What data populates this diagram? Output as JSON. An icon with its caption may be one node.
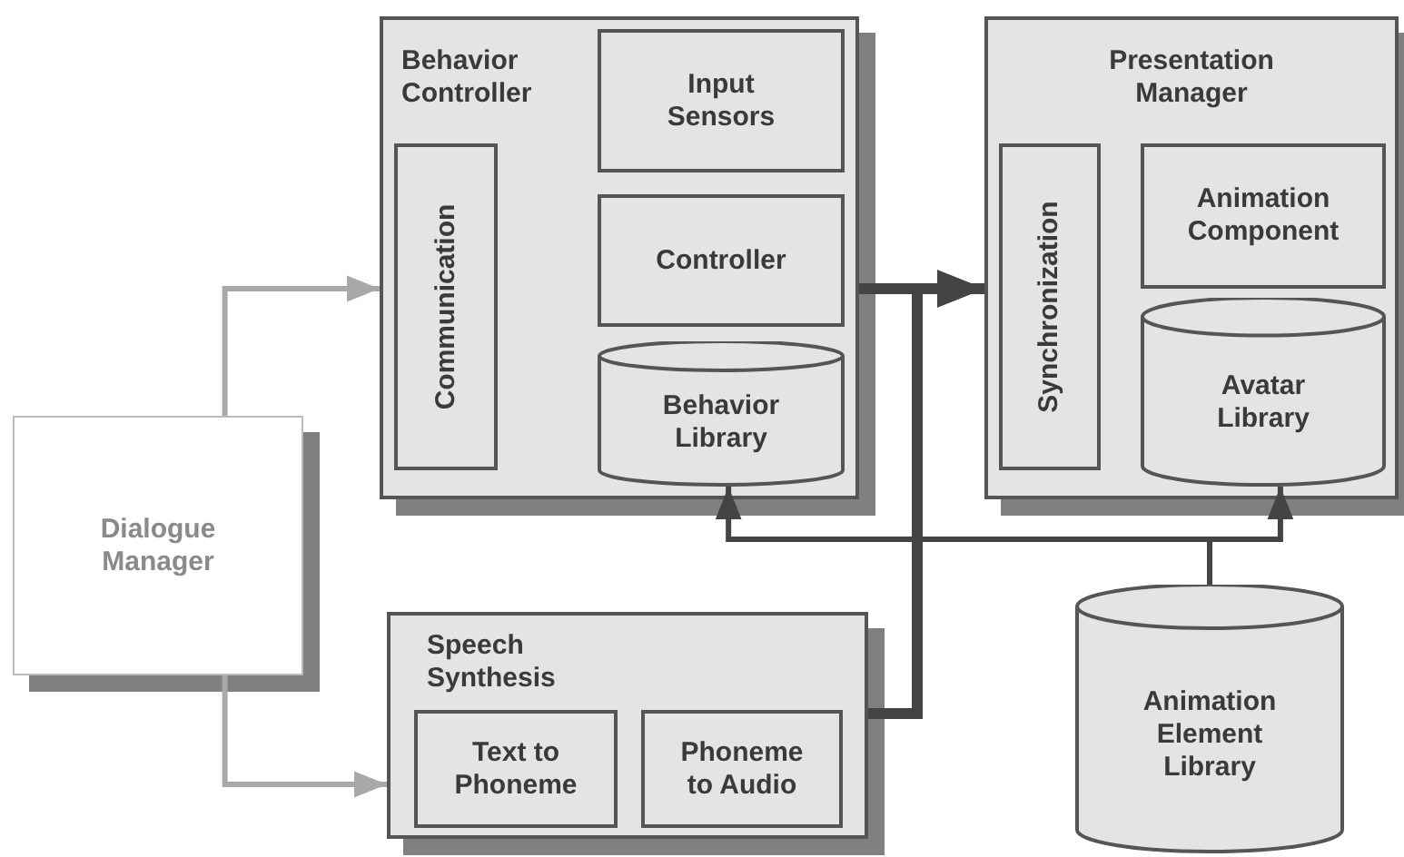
{
  "diagram": {
    "nodes": [
      {
        "text": [
          "Behavior Controller"
        ]
      },
      {
        "text": [
          "Input Sensors"
        ],
        "in": 0
      },
      {
        "text": [
          "Communication"
        ],
        "in": 0
      },
      {
        "text": [
          "Controller"
        ],
        "in": 0
      },
      {
        "text": [
          "Behavior Library"
        ],
        "in": 0
      },
      {
        "text": [
          "Presentation Manager"
        ]
      },
      {
        "text": [
          "Synchronization"
        ],
        "in": 5
      },
      {
        "text": [
          "Animation Component"
        ],
        "in": 5
      },
      {
        "text": [
          "Avatar Library"
        ],
        "in": 5
      },
      {
        "text": [
          "Dialogue Manager"
        ]
      },
      {
        "text": [
          "Speech Synthesis"
        ]
      },
      {
        "text": [
          "Text to Phoneme"
        ],
        "in": 10
      },
      {
        "text": [
          "Phoneme to Audio"
        ],
        "in": 10
      },
      {
        "text": [
          "Animation Element Library"
        ]
      }
    ],
    "edges": [
      {
        "from": 9,
        "to": 0,
        "arrow": "to",
        "color": "#a8a8a8"
      },
      {
        "from": 9,
        "to": 10,
        "arrow": "to",
        "color": "#a8a8a8"
      },
      {
        "from": 0,
        "to": 5,
        "arrow": "to",
        "style": "thick"
      },
      {
        "from": 10,
        "to": 5,
        "arrow": "to",
        "style": "thick"
      },
      {
        "from": 13,
        "to": 4,
        "arrow": "to"
      },
      {
        "from": 13,
        "to": 8,
        "arrow": "to"
      }
    ]
  }
}
